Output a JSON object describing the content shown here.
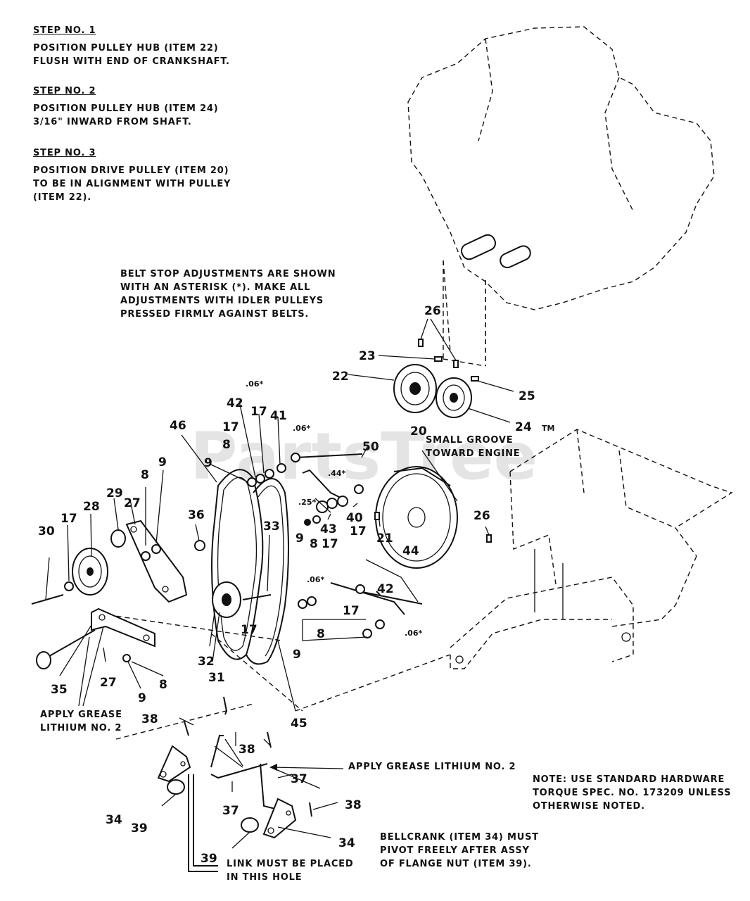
{
  "steps": [
    {
      "title": "STEP NO. 1",
      "lines": [
        "POSITION PULLEY HUB (ITEM 22)",
        "FLUSH WITH END OF CRANKSHAFT."
      ]
    },
    {
      "title": "STEP NO. 2",
      "lines": [
        "POSITION PULLEY HUB (ITEM 24)",
        "3/16\" INWARD FROM SHAFT."
      ]
    },
    {
      "title": "STEP NO. 3",
      "lines": [
        "POSITION DRIVE PULLEY (ITEM 20)",
        "TO BE IN ALIGNMENT WITH PULLEY",
        "(ITEM 22)."
      ]
    }
  ],
  "belt_note": [
    "BELT STOP ADJUSTMENTS ARE SHOWN",
    "WITH AN ASTERISK (*).  MAKE ALL",
    "ADJUSTMENTS WITH IDLER PULLEYS",
    "PRESSED FIRMLY AGAINST BELTS."
  ],
  "small_groove": [
    "SMALL GROOVE",
    "TOWARD ENGINE"
  ],
  "grease_left": [
    "APPLY GREASE",
    "LITHIUM NO. 2"
  ],
  "grease_right": "APPLY GREASE LITHIUM NO. 2",
  "hardware_note": [
    "NOTE:  USE STANDARD HARDWARE",
    "TORQUE SPEC. NO. 173209 UNLESS",
    "OTHERWISE NOTED."
  ],
  "bellcrank_note": [
    "BELLCRANK (ITEM 34) MUST",
    "PIVOT FREELY AFTER ASSY",
    "OF FLANGE NUT (ITEM 39)."
  ],
  "link_note": [
    "LINK MUST BE PLACED",
    "IN THIS HOLE"
  ],
  "watermark": "PartsTree",
  "trademark": "TM",
  "callouts": {
    "c26a": "26",
    "c23": "23",
    "c22": "22",
    "c25": "25",
    "c24": "24",
    "c20": "20",
    "c26b": "26",
    "c21": "21",
    "c44": "44",
    "c42b": "42",
    "c17d": "17",
    "c9c": "9",
    "c8c": "8",
    "c50": "50",
    "c40": "40",
    "c43": "43",
    "c17c": "17",
    "c9b": "9",
    "c8b": "8",
    "c17b": "17",
    "c42a": "42",
    "c17a": "17",
    "c41": "41",
    "c8a": "8",
    "c17e": "17",
    "c9a": "9",
    "c46": "46",
    "c33": "33",
    "c17f": "17",
    "c32": "32",
    "c31": "31",
    "c45": "45",
    "c30": "30",
    "c17g": "17",
    "c28": "28",
    "c29": "29",
    "c27a": "27",
    "c8d": "8",
    "c9d": "9",
    "c36": "36",
    "c35": "35",
    "c27b": "27",
    "c9e": "9",
    "c8e": "8",
    "c38a": "38",
    "c38b": "38",
    "c38c": "38",
    "c37a": "37",
    "c37b": "37",
    "c34a": "34",
    "c34b": "34",
    "c39a": "39",
    "c39b": "39"
  },
  "adjust": {
    "a1": ".06*",
    "a2": ".06*",
    "a3": ".44*",
    "a4": ".25*",
    "a5": ".06*",
    "a6": ".06*"
  }
}
